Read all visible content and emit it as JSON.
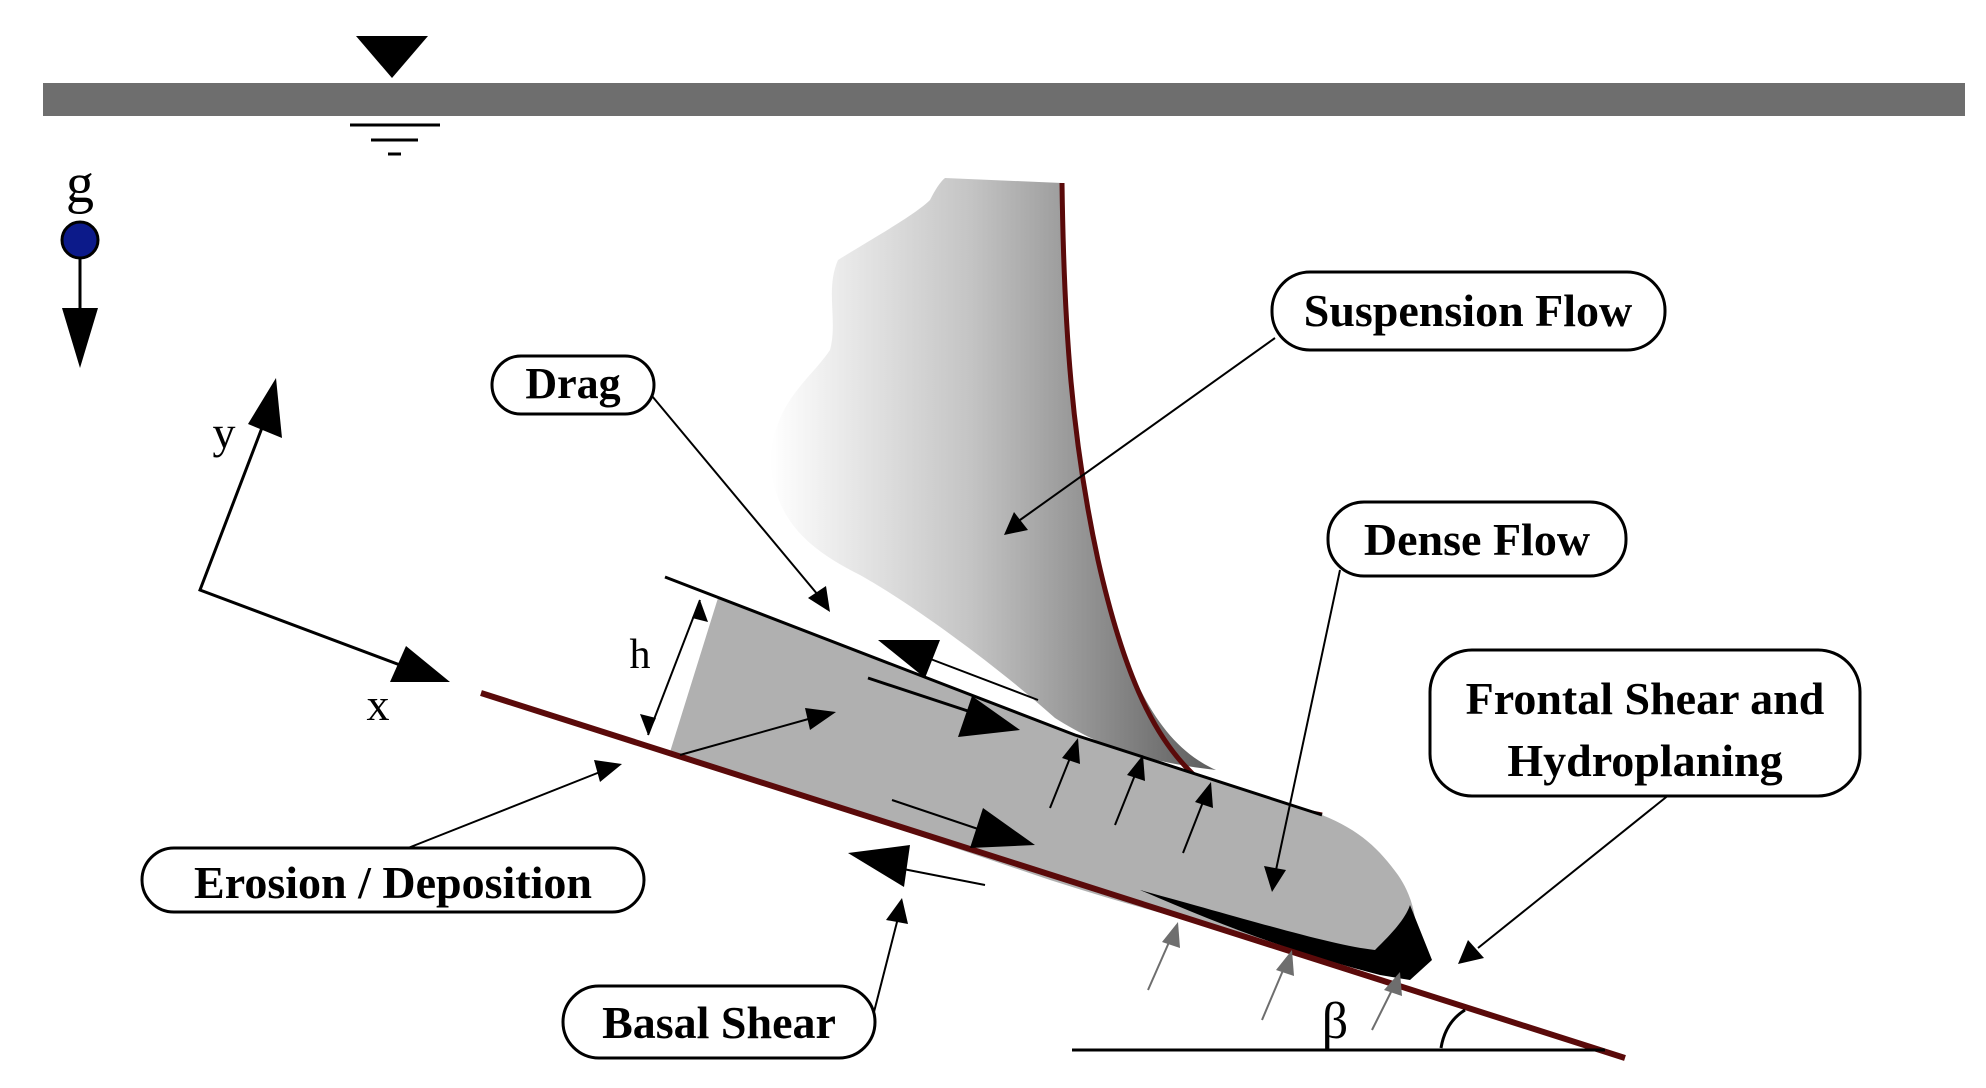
{
  "labels": {
    "suspension_flow": "Suspension Flow",
    "drag": "Drag",
    "dense_flow": "Dense Flow",
    "frontal_shear_line1": "Frontal Shear and",
    "frontal_shear_line2": "Hydroplaning",
    "erosion_deposition": "Erosion / Deposition",
    "basal_shear": "Basal Shear"
  },
  "symbols": {
    "gravity": "g",
    "y_axis": "y",
    "x_axis": "x",
    "height": "h",
    "slope_angle": "β"
  },
  "colors": {
    "water_surface": "#6e6e6e",
    "bed_line": "#5a0a0a",
    "dense_flow_fill": "#b0b0b0",
    "gravity_dot": "#0c1a8a",
    "suspension_dark": "#5c5c5c"
  }
}
